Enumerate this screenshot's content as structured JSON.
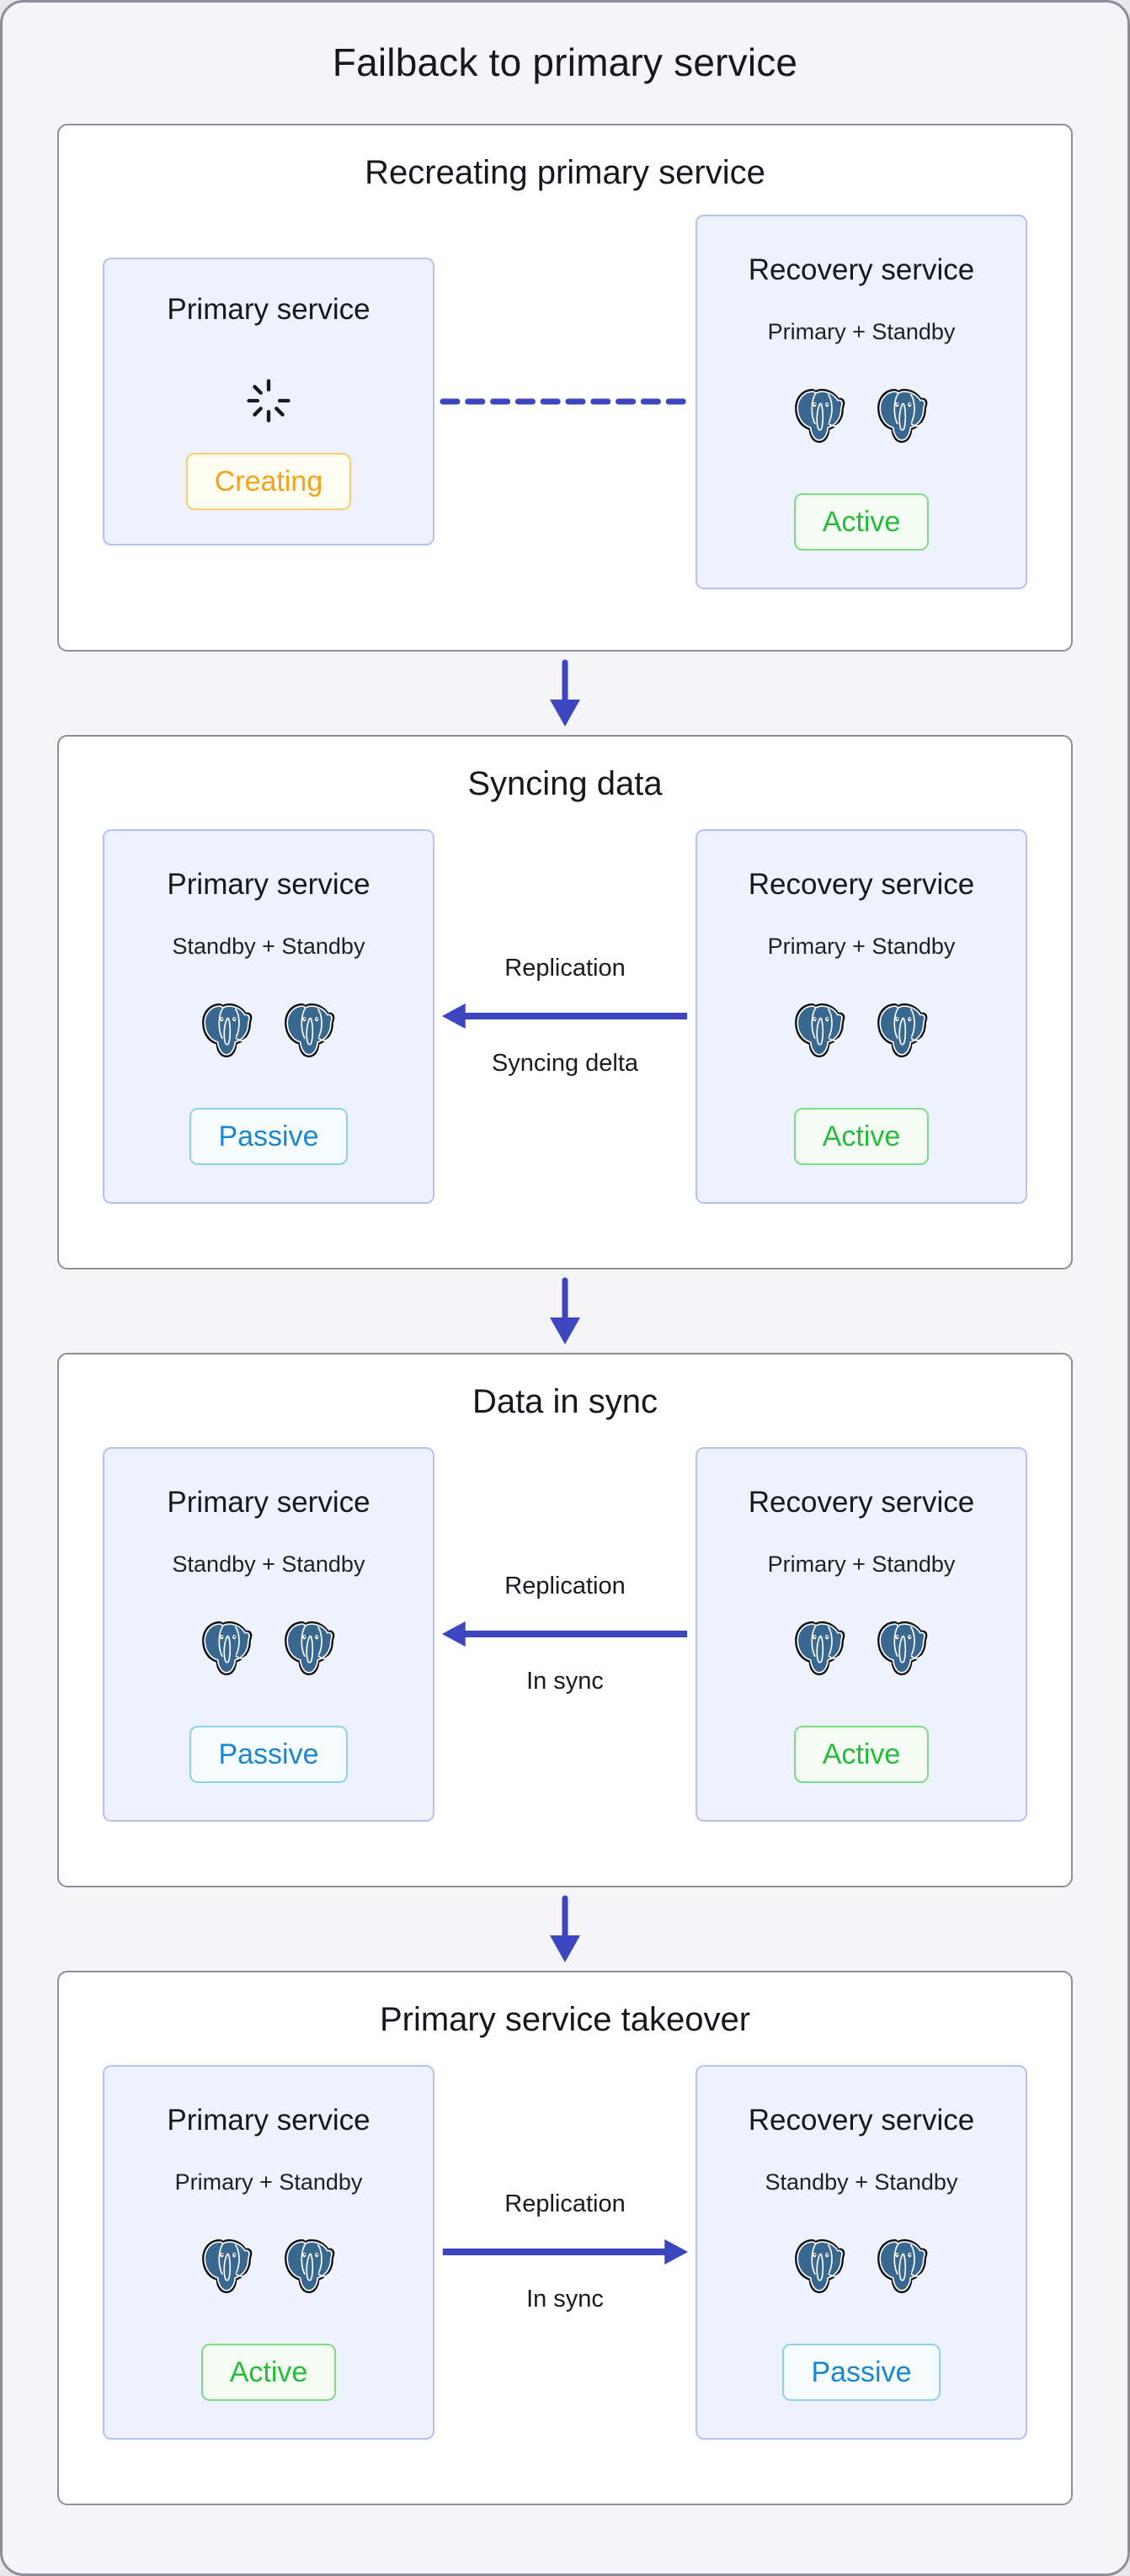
{
  "page": {
    "title": "Failback to primary service"
  },
  "colors": {
    "background": "#f5f5f7",
    "panel_border": "#8e8e98",
    "card_background": "#eef2fc",
    "card_border": "#b6c2ef",
    "arrow_indigo": "#3b46bf",
    "status_creating": "#f6a21b",
    "status_active": "#27bc3c",
    "status_passive": "#1b87d1",
    "elephant_blue": "#38678f",
    "text_dark": "#16181d"
  },
  "panels": [
    {
      "title": "Recreating primary service",
      "cards": [
        {
          "title": "Primary service",
          "status": "Creating",
          "icon": "spinner-icon"
        },
        {
          "title": "Recovery service",
          "subtitle": "Primary + Standby",
          "status": "Active",
          "icon": "postgres-elephant-icon"
        }
      ],
      "connector": {
        "type": "dashed-line"
      }
    },
    {
      "title": "Syncing data",
      "cards": [
        {
          "title": "Primary service",
          "subtitle": "Standby + Standby",
          "status": "Passive",
          "icon": "postgres-elephant-icon"
        },
        {
          "title": "Recovery service",
          "subtitle": "Primary + Standby",
          "status": "Active",
          "icon": "postgres-elephant-icon"
        }
      ],
      "connector": {
        "type": "arrow-left",
        "label_top": "Replication",
        "label_bottom": "Syncing delta"
      }
    },
    {
      "title": "Data in sync",
      "cards": [
        {
          "title": "Primary service",
          "subtitle": "Standby + Standby",
          "status": "Passive",
          "icon": "postgres-elephant-icon"
        },
        {
          "title": "Recovery service",
          "subtitle": "Primary + Standby",
          "status": "Active",
          "icon": "postgres-elephant-icon"
        }
      ],
      "connector": {
        "type": "arrow-left",
        "label_top": "Replication",
        "label_bottom": "In sync"
      }
    },
    {
      "title": "Primary service takeover",
      "cards": [
        {
          "title": "Primary service",
          "subtitle": "Primary + Standby",
          "status": "Active",
          "icon": "postgres-elephant-icon"
        },
        {
          "title": "Recovery service",
          "subtitle": "Standby + Standby",
          "status": "Passive",
          "icon": "postgres-elephant-icon"
        }
      ],
      "connector": {
        "type": "arrow-right",
        "label_top": "Replication",
        "label_bottom": "In sync"
      }
    }
  ]
}
